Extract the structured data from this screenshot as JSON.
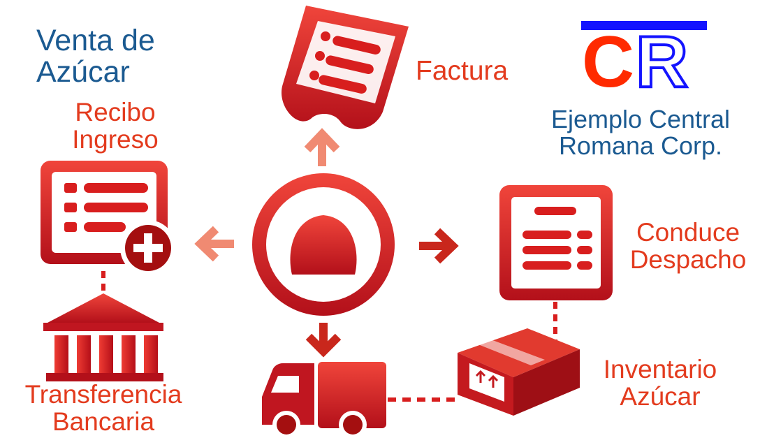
{
  "title": {
    "line1": "Venta de",
    "line2": "Azúcar"
  },
  "logo": {
    "letter_c": "C",
    "letter_r": "R",
    "bar_color": "#1414ff",
    "c_color": "#ff2a00",
    "r_color": "#1414ff"
  },
  "company": {
    "line1": "Ejemplo Central",
    "line2": "Romana Corp."
  },
  "nodes": {
    "factura": {
      "label": "Factura",
      "icon": "invoice-scroll-icon"
    },
    "recibo": {
      "line1": "Recibo",
      "line2": "Ingreso",
      "icon": "receipt-plus-icon"
    },
    "conduce": {
      "line1": "Conduce",
      "line2": "Despacho",
      "icon": "dispatch-document-icon"
    },
    "transferencia": {
      "line1": "Transferencia",
      "line2": "Bancaria",
      "icon": "bank-icon"
    },
    "inventario": {
      "line1": "Inventario",
      "line2": "Azúcar",
      "icon": "box-icon"
    },
    "camion": {
      "icon": "truck-icon"
    },
    "centro": {
      "icon": "sugar-sack-icon"
    }
  },
  "colors": {
    "accent": "#d81e1e",
    "accent_dark": "#a40f10",
    "arrow": "#f08a72",
    "label_red": "#e33b1e",
    "label_blue": "#1b5a91"
  }
}
